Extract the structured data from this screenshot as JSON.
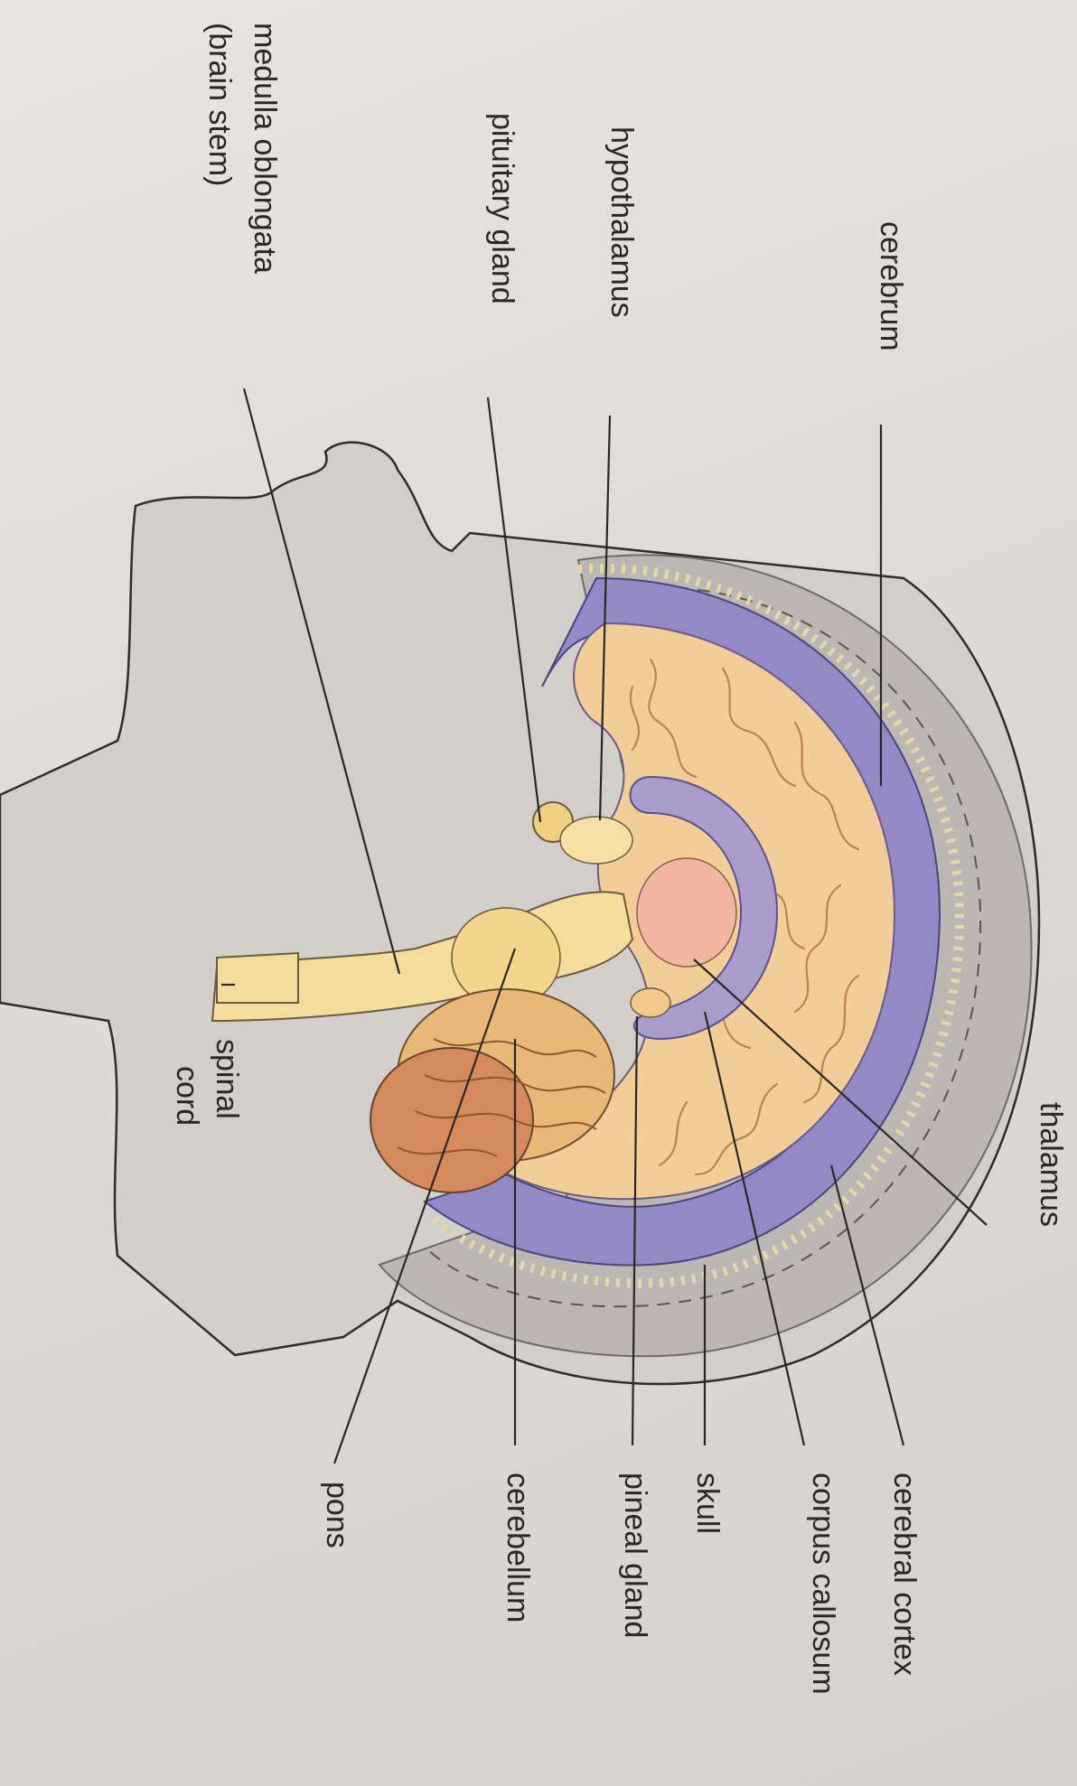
{
  "labels": {
    "thalamus": "thalamus",
    "cerebrum": "cerebrum",
    "hypothalamus": "hypothalamus",
    "pituitary_gland": "pituitary gland",
    "medulla_oblongata": "medulla oblongata",
    "brain_stem": "(brain stem)",
    "spinal": "spinal",
    "cord": "cord",
    "cerebral_cortex": "cerebral cortex",
    "corpus_callosum": "corpus callosum",
    "skull": "skull",
    "pineal_gland": "pineal gland",
    "cerebellum": "cerebellum",
    "pons": "pons"
  },
  "colors": {
    "paper": "#e3e0dd",
    "head": "#d4d0cc",
    "skull_outer": "#c2bdb9",
    "membrane": "#8a82b8",
    "brain": "#f2cc95",
    "brain_fold": "#c49455",
    "corpus_callosum": "#a79ac8",
    "cerebellum": "#e8b877",
    "brainstem": "#f3dc9a"
  }
}
